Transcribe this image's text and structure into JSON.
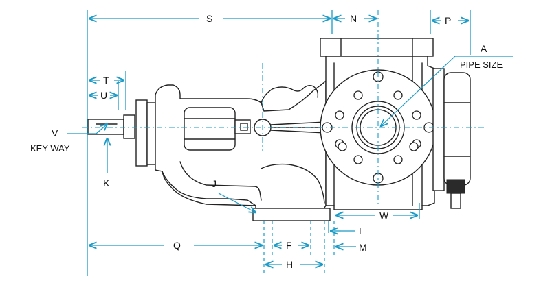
{
  "labels": {
    "S": "S",
    "N": "N",
    "P": "P",
    "A": "A",
    "pipe_size": "PIPE SIZE",
    "T": "T",
    "U": "U",
    "V": "V",
    "key_way": "KEY WAY",
    "K": "K",
    "J": "J",
    "W": "W",
    "L": "L",
    "M": "M",
    "Q": "Q",
    "F": "F",
    "H": "H"
  },
  "colors": {
    "dimension": "#1b9bc7",
    "outline": "#222222"
  }
}
